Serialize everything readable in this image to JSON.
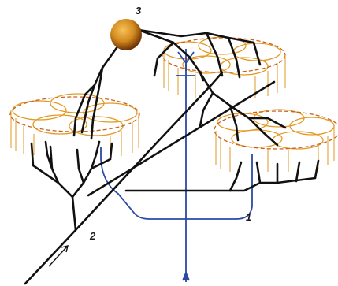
{
  "labels": {
    "fiber_1": "1",
    "fiber_2": "2",
    "neuron_3": "3"
  },
  "colors": {
    "axon": "#111111",
    "blue_fiber": "#2b4aa6",
    "cell_body": "#d38a1e",
    "cell_body_dark": "#6b3207",
    "glomerulus": "#e39a25",
    "glomerulus_dashed": "#c9611e"
  }
}
